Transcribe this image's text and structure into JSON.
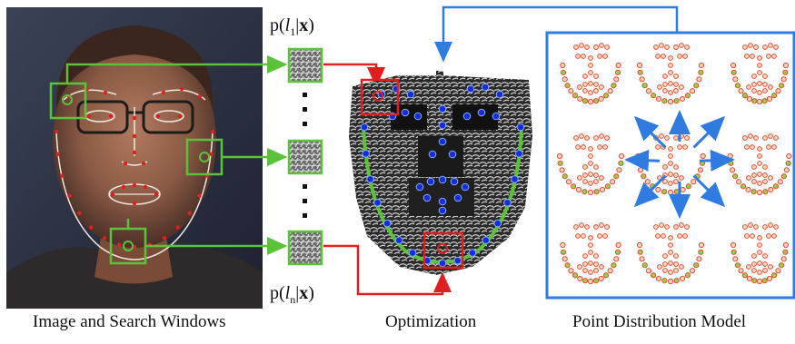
{
  "captions": {
    "left": "Image and Search Windows",
    "middle": "Optimization",
    "right": "Point Distribution Model"
  },
  "equations": {
    "top": {
      "prefix": "p(",
      "var": "l",
      "sub": "1",
      "sep": "|",
      "bold": "x",
      "suffix": ")"
    },
    "bottom": {
      "prefix": "p(",
      "var": "l",
      "sub": "n",
      "sep": "|",
      "bold": "x",
      "suffix": ")"
    }
  },
  "colors": {
    "green": "#5bc23a",
    "red": "#e02020",
    "blue": "#2f7be0",
    "landmark_blue": "#1a2cd6",
    "pdm_point_red": "#e05030",
    "pdm_point_green": "#9bcc4a"
  },
  "icons": {
    "arrow": "arrow-icon"
  }
}
